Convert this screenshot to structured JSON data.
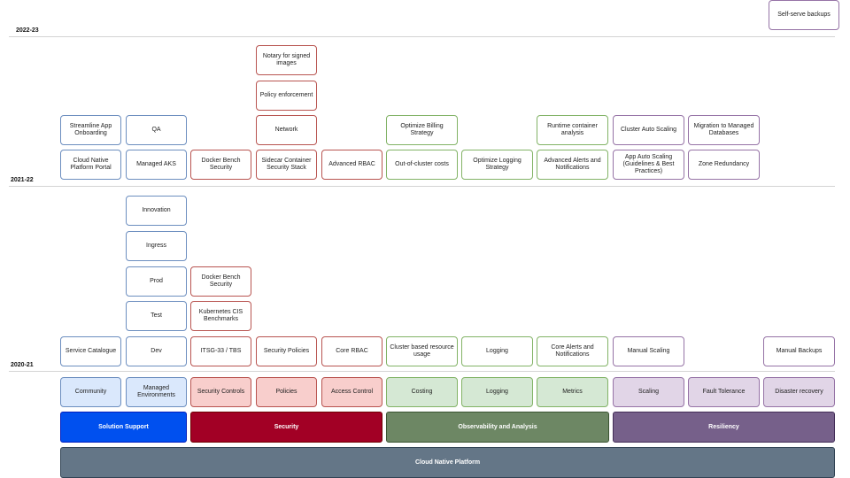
{
  "eras": {
    "e2022": "2022-23",
    "e2021": "2021-22",
    "e2020": "2020-21"
  },
  "base": {
    "label": "Cloud Native Platform"
  },
  "pillars": {
    "solution_support": "Solution Support",
    "security": "Security",
    "observability": "Observability and Analysis",
    "resiliency": "Resiliency"
  },
  "categories": {
    "community": "Community",
    "managed_environments": "Managed Environments",
    "security_controls": "Security Controls",
    "policies": "Policies",
    "access_control": "Access Control",
    "costing": "Costing",
    "logging": "Logging",
    "metrics": "Metrics",
    "scaling": "Scaling",
    "fault_tolerance": "Fault Tolerance",
    "disaster_recovery": "Disaster recovery"
  },
  "items_2020": {
    "service_catalogue": "Service Catalogue",
    "dev": "Dev",
    "test": "Test",
    "prod": "Prod",
    "ingress": "Ingress",
    "innovation": "Innovation",
    "itsg33": "ITSG-33 / TBS",
    "k8s_cis": "Kubernetes CIS Benchmarks",
    "docker_bench": "Docker Bench Security",
    "security_policies": "Security Policies",
    "core_rbac": "Core RBAC",
    "cluster_cost": "Cluster based resource usage",
    "logging": "Logging",
    "core_alerts": "Core Alerts and Notifications",
    "manual_scaling": "Manual Scaling",
    "manual_backups": "Manual Backups"
  },
  "items_2021": {
    "portal": "Cloud Native Platform Portal",
    "onboarding": "Streamline App Onboarding",
    "managed_aks": "Managed AKS",
    "qa": "QA",
    "docker_bench": "Docker Bench Security",
    "sidecar": "Sidecar Container Security Stack",
    "network": "Network",
    "policy_enforcement": "Policy enforcement",
    "notary": "Notary for signed images",
    "advanced_rbac": "Advanced RBAC",
    "out_of_cluster": "Out-of-cluster costs",
    "billing": "Optimize Billing Strategy",
    "logging_strategy": "Optimize Logging Strategy",
    "advanced_alerts": "Advanced Alerts and Notifications",
    "runtime_analysis": "Runtime container analysis",
    "app_auto_scaling": "App Auto Scaling (Guidelines & Best Practices)",
    "cluster_auto_scaling": "Cluster Auto Scaling",
    "zone_redundancy": "Zone Redundancy",
    "managed_db": "Migration to Managed Databases"
  },
  "items_2022": {
    "self_serve_backups": "Self-serve backups"
  },
  "colors": {
    "blue_border": "#6c8ebf",
    "red_border": "#b85450",
    "green_border": "#82b366",
    "purple_border": "#9673a6",
    "solution_fill": "#0050ef",
    "security_fill": "#a20025",
    "observability_fill": "#6d8764",
    "resiliency_fill": "#76608a",
    "base_fill": "#647687"
  }
}
